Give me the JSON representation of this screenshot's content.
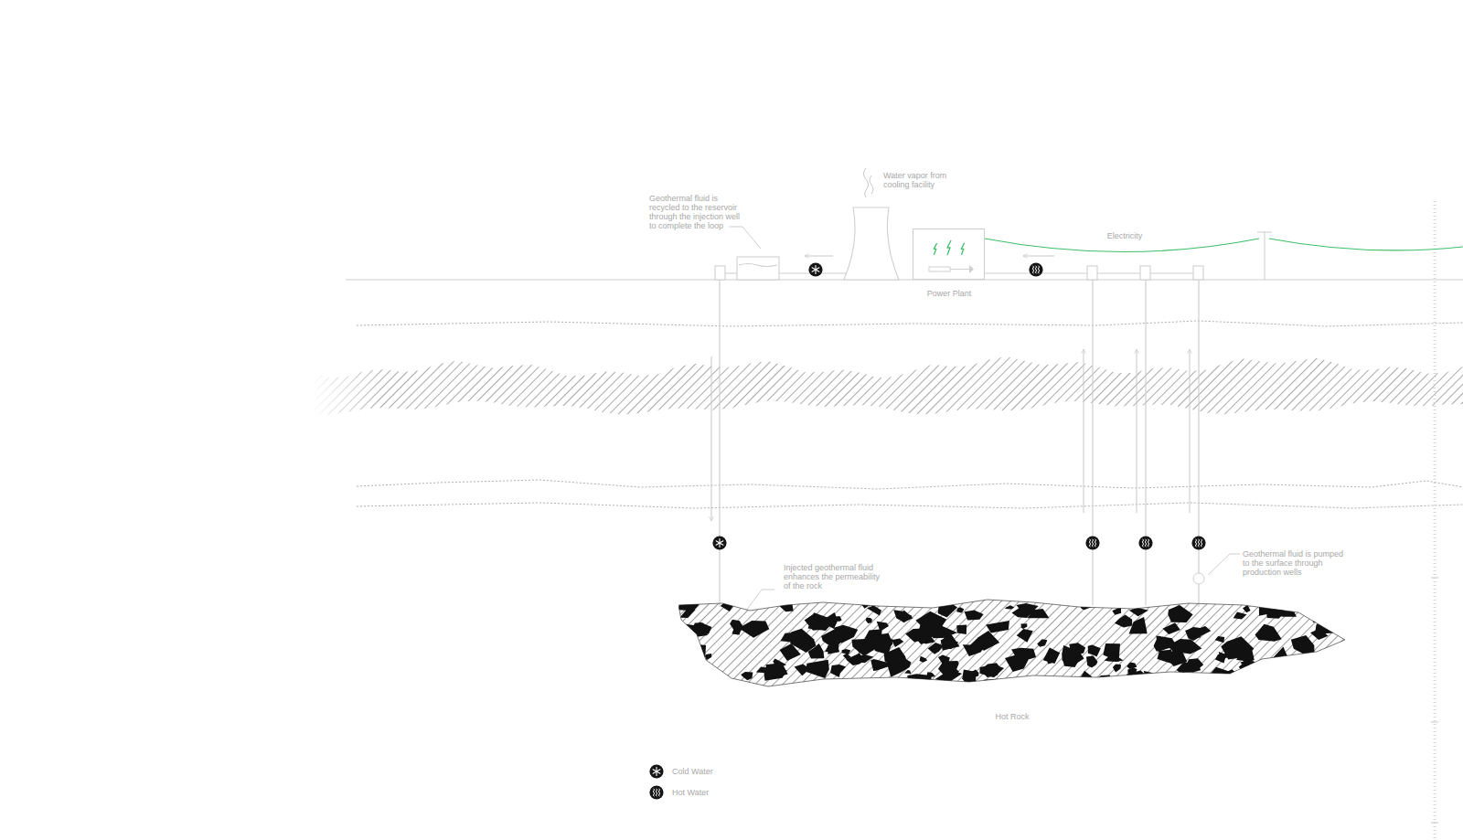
{
  "diagram": {
    "nodes": [
      {
        "text": [
          "Power Plant"
        ]
      },
      {
        "text": [
          "Hot Rock"
        ]
      }
    ],
    "labels": [
      "Geothermal fluid is recycled to the reservoir through the injection well to complete the loop",
      "Water vapor from cooling facility",
      "Electricity",
      "Injected geothermal fluid enhances the permeability of the rock",
      "Geothermal fluid is pumped to the surface through production wells"
    ],
    "legend": [
      {
        "text": "Cold Water"
      },
      {
        "text": "Hot Water"
      }
    ]
  }
}
